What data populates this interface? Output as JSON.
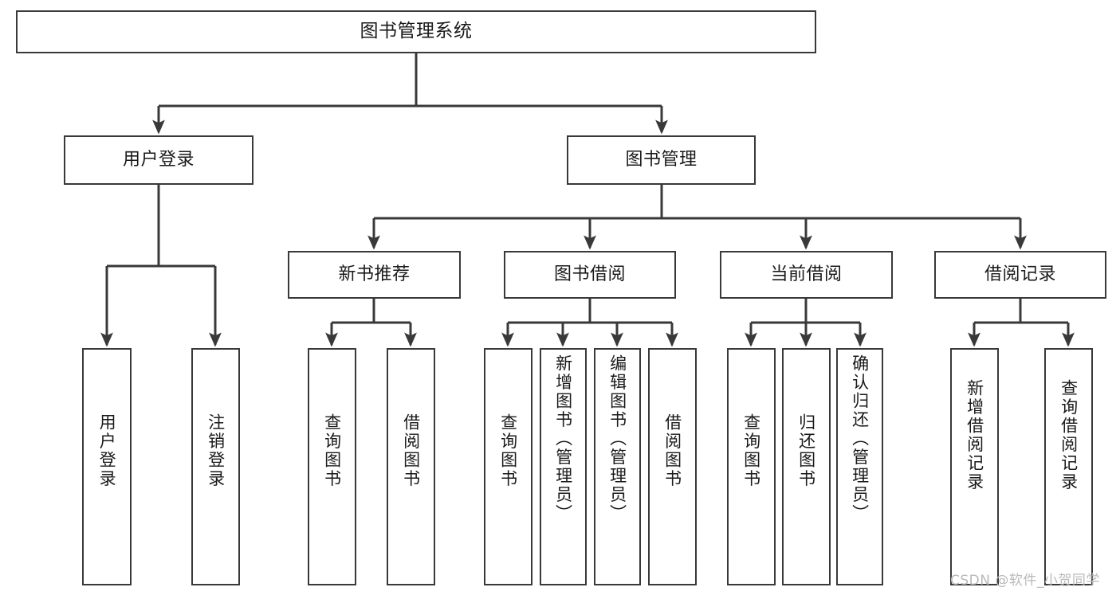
{
  "diagram": {
    "title": "图书管理系统",
    "type": "tree-hierarchy-diagram",
    "background_color": "#ffffff",
    "line_color": "#393939",
    "text_color": "#1a1a1a",
    "nodes": {
      "root": {
        "label": "图书管理系统"
      },
      "level1": [
        {
          "id": "user-login",
          "label": "用户登录"
        },
        {
          "id": "book-management",
          "label": "图书管理"
        }
      ],
      "level2": [
        {
          "id": "new-book-recommend",
          "label": "新书推荐"
        },
        {
          "id": "book-borrow",
          "label": "图书借阅"
        },
        {
          "id": "current-borrow",
          "label": "当前借阅"
        },
        {
          "id": "borrow-record",
          "label": "借阅记录"
        }
      ],
      "leaves": {
        "user_login": [
          {
            "id": "leaf-user-login",
            "label": "用户登录"
          },
          {
            "id": "leaf-logout-login",
            "label": "注销登录"
          }
        ],
        "new_book_recommend": [
          {
            "id": "leaf-query-book-1",
            "label": "查询图书"
          },
          {
            "id": "leaf-borrow-book-1",
            "label": "借阅图书"
          }
        ],
        "book_borrow": [
          {
            "id": "leaf-query-book-2",
            "label": "查询图书"
          },
          {
            "id": "leaf-add-book",
            "label": "新增图书（管理员）"
          },
          {
            "id": "leaf-edit-book",
            "label": "编辑图书（管理员）"
          },
          {
            "id": "leaf-borrow-book-2",
            "label": "借阅图书"
          }
        ],
        "current_borrow": [
          {
            "id": "leaf-query-book-3",
            "label": "查询图书"
          },
          {
            "id": "leaf-return-book",
            "label": "归还图书"
          },
          {
            "id": "leaf-confirm-return",
            "label": "确认归还（管理员）"
          }
        ],
        "borrow_record": [
          {
            "id": "leaf-add-record",
            "label": "新增借阅记录"
          },
          {
            "id": "leaf-query-record",
            "label": "查询借阅记录"
          }
        ]
      }
    }
  },
  "watermark": {
    "text": "CSDN @软件_小贺同学",
    "color": "#b9b9b9"
  }
}
